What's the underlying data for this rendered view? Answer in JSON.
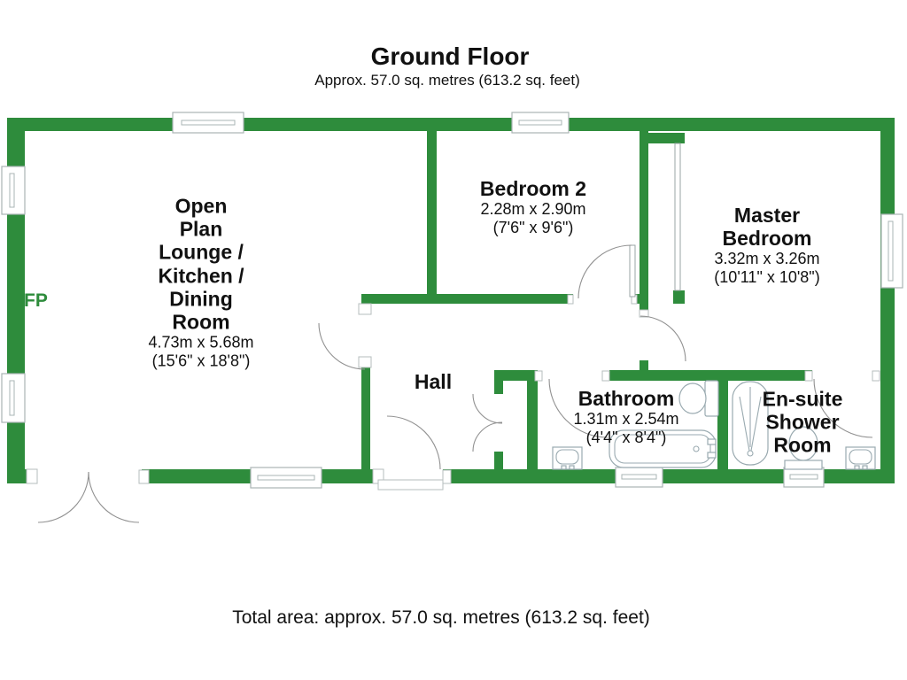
{
  "header": {
    "title": "Ground Floor",
    "subtitle": "Approx. 57.0 sq. metres (613.2 sq. feet)"
  },
  "footer": {
    "total_area": "Total area: approx. 57.0 sq. metres (613.2 sq. feet)"
  },
  "colors": {
    "wall": "#2e8c3c",
    "text": "#111111",
    "door_line": "#919191",
    "fixture_line": "#9aaab0"
  },
  "plan": {
    "fp_label": "FP",
    "rooms": [
      {
        "id": "open-plan",
        "name": "Open\nPlan\nLounge /\nKitchen /\nDining\nRoom",
        "dims_metric": "4.73m x 5.68m",
        "dims_imperial": "(15'6\" x 18'8\")"
      },
      {
        "id": "bedroom-2",
        "name": "Bedroom 2",
        "dims_metric": "2.28m x 2.90m",
        "dims_imperial": "(7'6\" x 9'6\")"
      },
      {
        "id": "master-bedroom",
        "name": "Master\nBedroom",
        "dims_metric": "3.32m x 3.26m",
        "dims_imperial": "(10'11\" x 10'8\")"
      },
      {
        "id": "hall",
        "name": "Hall"
      },
      {
        "id": "bathroom",
        "name": "Bathroom",
        "dims_metric": "1.31m x 2.54m",
        "dims_imperial": "(4'4\" x 8'4\")"
      },
      {
        "id": "ensuite-shower-room",
        "name": "En-suite\nShower\nRoom"
      }
    ]
  }
}
